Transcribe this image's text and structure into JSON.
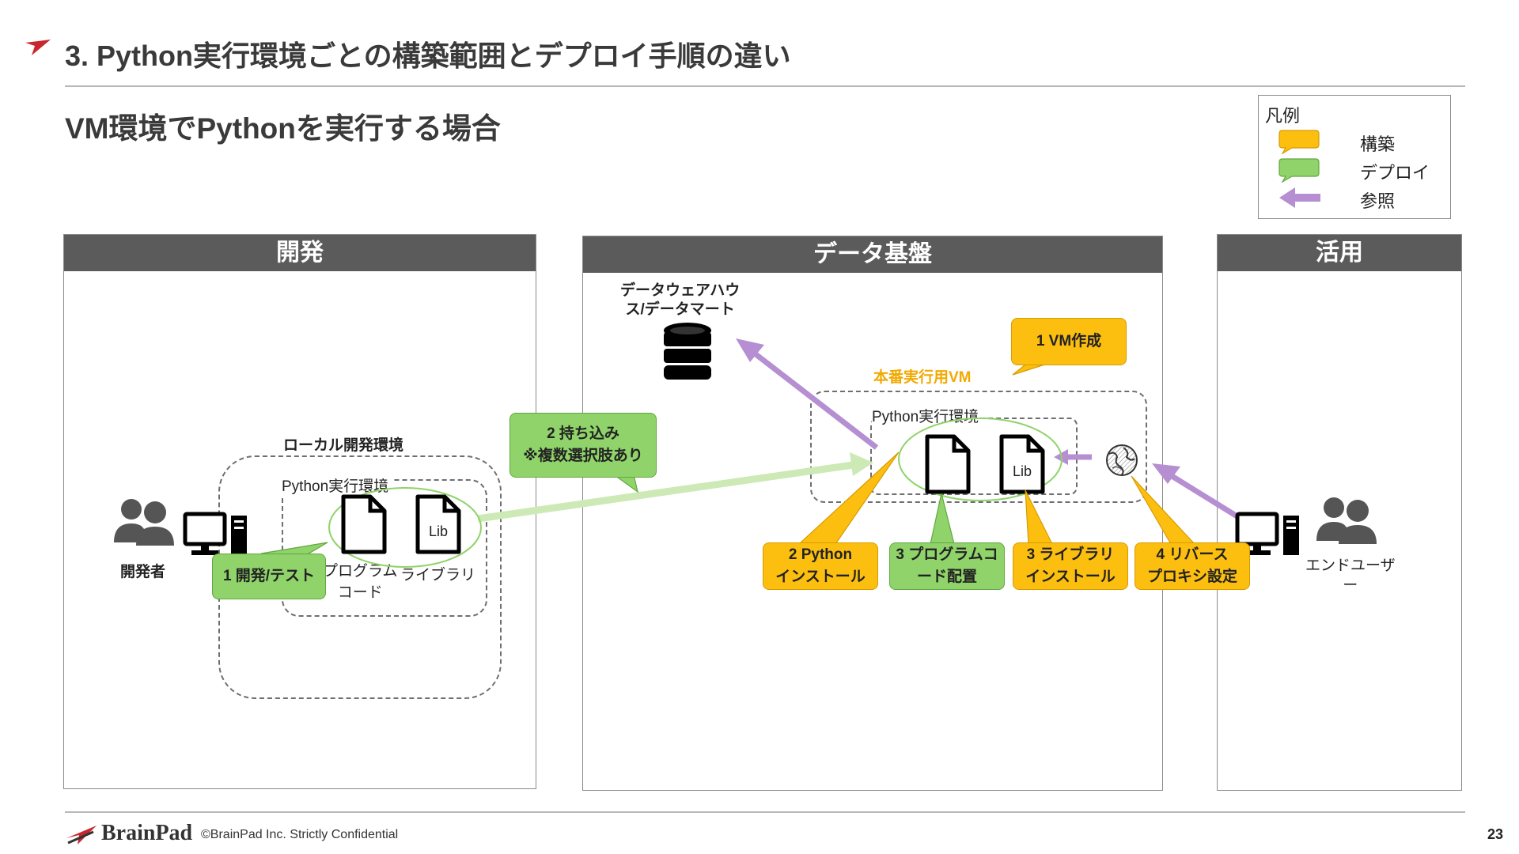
{
  "slide": {
    "title": "3. Python実行環境ごとの構築範囲とデプロイ手順の違い",
    "subtitle": "VM環境でPythonを実行する場合"
  },
  "legend": {
    "title": "凡例",
    "items": [
      {
        "label": "構築",
        "color": "#fdbf0f"
      },
      {
        "label": "デプロイ",
        "color": "#8fd36a"
      },
      {
        "label": "参照",
        "color": "#b58fd2"
      }
    ]
  },
  "panels": {
    "dev": {
      "title": "開発"
    },
    "platform": {
      "title": "データ基盤"
    },
    "usage": {
      "title": "活用"
    }
  },
  "dev": {
    "developer_label": "開発者",
    "local_env_label": "ローカル開発環境",
    "python_env_label": "Python実行環境",
    "program_code_label": "プログラム\nコード",
    "library_label": "ライブラリ",
    "lib_text": "Lib",
    "step1": "1 開発/テスト"
  },
  "transfer": {
    "step2_line1": "2 持ち込み",
    "step2_line2": "※複数選択肢あり"
  },
  "platform": {
    "dwh_line1": "データウェアハウ",
    "dwh_line2": "ス/データマート",
    "vm_label": "本番実行用VM",
    "python_env_label": "Python実行環境",
    "lib_text": "Lib",
    "step1_vm": "1 VM作成",
    "step2_python_line1": "2 Python",
    "step2_python_line2": "インストール",
    "step3_code_line1": "3 プログラムコ",
    "step3_code_line2": "ード配置",
    "step3_lib_line1": "3 ライブラリ",
    "step3_lib_line2": "インストール",
    "step4_proxy_line1": "4 リバース",
    "step4_proxy_line2": "プロキシ設定"
  },
  "usage": {
    "end_user_line1": "エンドユーザ",
    "end_user_line2": "ー"
  },
  "footer": {
    "brand": "BrainPad",
    "copyright": "©BrainPad Inc.  Strictly Confidential",
    "page": "23"
  },
  "colors": {
    "build": "#fdbf0f",
    "deploy": "#8fd36a",
    "reference": "#b58fd2",
    "deploy_arrow": "#cde9b6",
    "brand_red": "#c8282d"
  }
}
